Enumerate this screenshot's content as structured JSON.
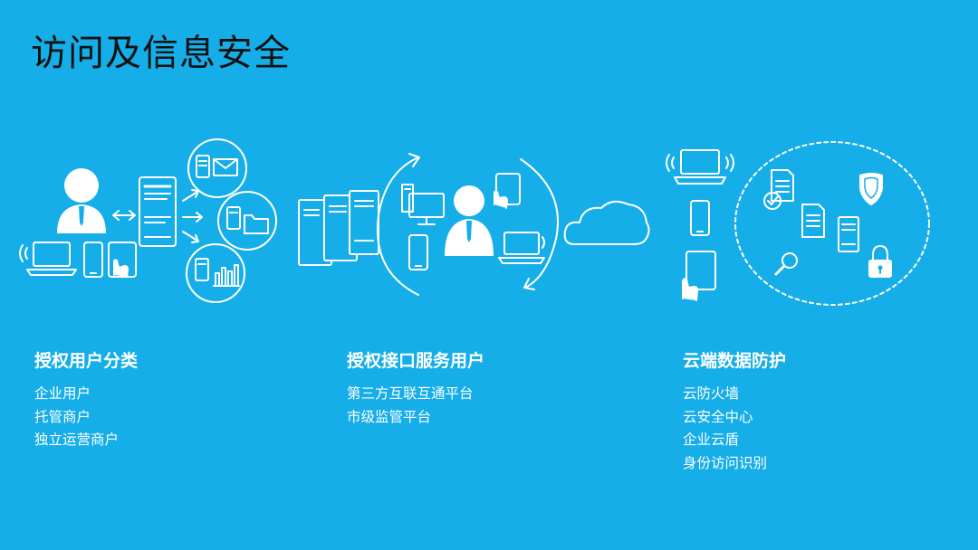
{
  "title": "访问及信息安全",
  "colors": {
    "background": "#16aee8",
    "foreground": "#ffffff",
    "title": "#111111"
  },
  "columns": [
    {
      "heading": "授权用户分类",
      "items": [
        "企业用户",
        "托管商户",
        "独立运营商户"
      ]
    },
    {
      "heading": "授权接口服务用户",
      "items": [
        "第三方互联互通平台",
        "市级监管平台"
      ]
    },
    {
      "heading": "云端数据防护",
      "items": [
        "云防火墙",
        "云安全中心",
        "企业云盾",
        "身份访问识别"
      ]
    }
  ],
  "icons": [
    "user-icon",
    "laptop-icon",
    "phone-icon",
    "tablet-icon",
    "server-rack-icon",
    "mail-icon",
    "folder-icon",
    "bar-chart-icon",
    "cloud-icon",
    "monitor-icon",
    "document-icon",
    "shield-icon",
    "magnifier-icon",
    "lock-icon",
    "refresh-arrows-icon",
    "wifi-signal-icon"
  ]
}
